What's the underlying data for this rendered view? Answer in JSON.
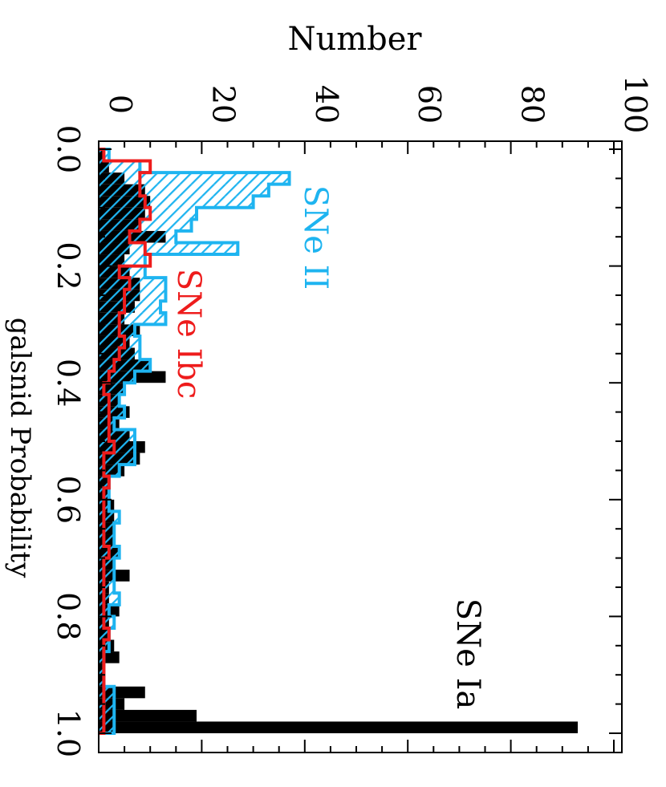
{
  "chart_data": {
    "type": "bar",
    "orientation": "rotated-90",
    "xlabel": "galsnid Probability",
    "ylabel": "Number",
    "xlim": [
      0.0,
      1.0
    ],
    "ylim": [
      0,
      100
    ],
    "x_ticks": [
      "0.0",
      "0.2",
      "0.4",
      "0.6",
      "0.8",
      "1.0"
    ],
    "y_ticks": [
      "0",
      "20",
      "40",
      "60",
      "80",
      "100"
    ],
    "bin_width": 0.02,
    "x": [
      0.0,
      0.02,
      0.04,
      0.06,
      0.08,
      0.1,
      0.12,
      0.14,
      0.16,
      0.18,
      0.2,
      0.22,
      0.24,
      0.26,
      0.28,
      0.3,
      0.32,
      0.34,
      0.36,
      0.38,
      0.4,
      0.42,
      0.44,
      0.46,
      0.48,
      0.5,
      0.52,
      0.54,
      0.56,
      0.58,
      0.6,
      0.62,
      0.64,
      0.66,
      0.68,
      0.7,
      0.72,
      0.74,
      0.76,
      0.78,
      0.8,
      0.82,
      0.84,
      0.86,
      0.88,
      0.9,
      0.92,
      0.94,
      0.96,
      0.98
    ],
    "series": [
      {
        "name": "SNe Ia",
        "color": "#000000",
        "style": "filled",
        "values": [
          1,
          2,
          5,
          9,
          10,
          9,
          8,
          13,
          6,
          5,
          6,
          8,
          8,
          7,
          5,
          8,
          6,
          7,
          10,
          13,
          5,
          4,
          6,
          4,
          6,
          9,
          8,
          5,
          2,
          2,
          3,
          3,
          3,
          3,
          4,
          3,
          6,
          2,
          2,
          4,
          2,
          2,
          3,
          4,
          1,
          1,
          9,
          5,
          19,
          93
        ]
      },
      {
        "name": "SNe II",
        "color": "#1eb4f0",
        "style": "hatched",
        "values": [
          2,
          8,
          37,
          33,
          30,
          19,
          18,
          15,
          27,
          9,
          9,
          13,
          13,
          12,
          13,
          7,
          8,
          8,
          10,
          7,
          5,
          4,
          5,
          3,
          7,
          7,
          7,
          4,
          2,
          2,
          2,
          4,
          3,
          3,
          4,
          3,
          3,
          3,
          4,
          2,
          3,
          2,
          2,
          1,
          1,
          1,
          3,
          3,
          3,
          3
        ]
      },
      {
        "name": "SNe Ibc",
        "color": "#ee1c1c",
        "style": "outline",
        "values": [
          1,
          10,
          8,
          8,
          9,
          10,
          8,
          6,
          9,
          10,
          4,
          6,
          5,
          5,
          4,
          4,
          5,
          4,
          3,
          2,
          1,
          2,
          2,
          2,
          2,
          3,
          1,
          1,
          2,
          1,
          1,
          1,
          1,
          1,
          2,
          1,
          1,
          1,
          1,
          1,
          1,
          2,
          1,
          1,
          1,
          1,
          1,
          1,
          1,
          1
        ]
      }
    ],
    "annotations": [
      {
        "text": "SNe II",
        "color": "#1eb4f0"
      },
      {
        "text": "SNe Ibc",
        "color": "#ee1c1c"
      },
      {
        "text": "SNe Ia",
        "color": "#000000"
      }
    ]
  }
}
